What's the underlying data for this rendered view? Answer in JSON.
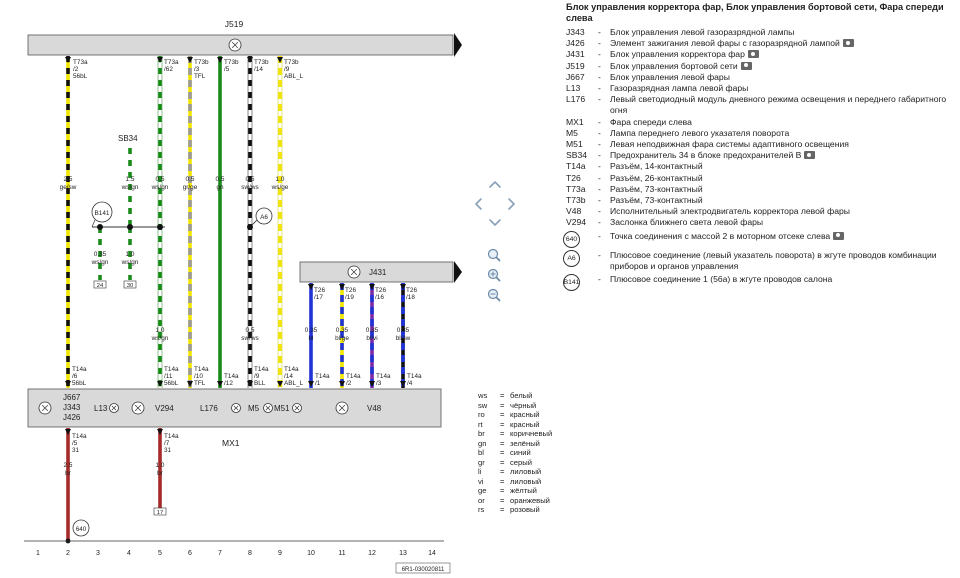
{
  "diagram": {
    "top_unit": "J519",
    "right_unit": "J431",
    "main_unit_labels": [
      "J667",
      "J343",
      "J426",
      "L13",
      "V294",
      "L176",
      "M5",
      "M51",
      "V48"
    ],
    "mx_label": "MX1",
    "fuse_label": "SB34",
    "columns": [
      "1",
      "2",
      "3",
      "4",
      "5",
      "6",
      "7",
      "8",
      "9",
      "10",
      "11",
      "12",
      "13",
      "14"
    ],
    "ref_code": "6R1-030020811",
    "top_wires": [
      {
        "conn": "T73a",
        "pin": "/2",
        "sig": "56bL",
        "size": "2.5",
        "color": "ge/sw"
      },
      {
        "conn": "T73a",
        "pin": "/62",
        "sig": "",
        "size": "0.5",
        "color": "ws/gn"
      },
      {
        "conn": "T73b",
        "pin": "/3",
        "sig": "TFL",
        "size": "0.5",
        "color": "gr/ge"
      },
      {
        "conn": "T73b",
        "pin": "/5",
        "sig": "",
        "size": "0.5",
        "color": "gn"
      },
      {
        "conn": "T73b",
        "pin": "/14",
        "sig": "",
        "size": "0.5",
        "color": "sw/ws"
      },
      {
        "conn": "T73b",
        "pin": "/9",
        "sig": "ABL_L",
        "size": "1.0",
        "color": "ws/ge"
      }
    ],
    "fuse_wire": {
      "size": "1.5",
      "color": "ws/gn"
    },
    "splice_labels": [
      "B141",
      "A6",
      "640"
    ],
    "branch_wires": [
      {
        "size": "0.35",
        "color": "ws/gn",
        "box": "24"
      },
      {
        "size": "1.0",
        "color": "ws/gn",
        "box": "30"
      }
    ],
    "mid_wires": [
      {
        "size": "1.0",
        "color": "ws/gn"
      },
      {
        "size": "0.5",
        "color": "sw/ws"
      }
    ],
    "bottom_conns": [
      {
        "conn": "T14a",
        "pin": "/6",
        "sig": "56bL"
      },
      {
        "conn": "T14a",
        "pin": "/11",
        "sig": "56bL"
      },
      {
        "conn": "T14a",
        "pin": "/10",
        "sig": "TFL"
      },
      {
        "conn": "T14a",
        "pin": "/12",
        "sig": ""
      },
      {
        "conn": "T14a",
        "pin": "/9",
        "sig": "BLL"
      },
      {
        "conn": "T14a",
        "pin": "/14",
        "sig": "ABL_L"
      },
      {
        "conn": "T14a",
        "pin": "/1",
        "sig": ""
      },
      {
        "conn": "T14a",
        "pin": "/2",
        "sig": ""
      },
      {
        "conn": "T14a",
        "pin": "/3",
        "sig": ""
      },
      {
        "conn": "T14a",
        "pin": "/4",
        "sig": ""
      }
    ],
    "j431_wires": [
      {
        "conn": "T26",
        "pin": "/17",
        "size": "0.35",
        "color": "bl"
      },
      {
        "conn": "T26",
        "pin": "/19",
        "size": "0.35",
        "color": "bl/ge"
      },
      {
        "conn": "T26",
        "pin": "/16",
        "size": "0.35",
        "color": "bl/vi"
      },
      {
        "conn": "T26",
        "pin": "/18",
        "size": "0.35",
        "color": "bl/sw"
      }
    ],
    "ground_wires": [
      {
        "conn": "T14a",
        "pin": "/5",
        "sig": "31",
        "size": "2.5",
        "color": "br"
      },
      {
        "conn": "T14a",
        "pin": "/7",
        "sig": "31",
        "size": "1.0",
        "color": "br",
        "box": "17"
      }
    ]
  },
  "legend": {
    "title": "Блок управления корректора фар, Блок управления бортовой сети, Фара спереди слева",
    "items": [
      {
        "code": "J343",
        "desc": "Блок управления левой газоразрядной лампы",
        "cam": false
      },
      {
        "code": "J426",
        "desc": "Элемент зажигания левой фары с газоразрядной лампой",
        "cam": true
      },
      {
        "code": "J431",
        "desc": "Блок управления корректора фар",
        "cam": true
      },
      {
        "code": "J519",
        "desc": "Блок управления бортовой сети",
        "cam": true
      },
      {
        "code": "J667",
        "desc": "Блок управления левой фары",
        "cam": false
      },
      {
        "code": "L13",
        "desc": "Газоразрядная лампа левой фары",
        "cam": false
      },
      {
        "code": "L176",
        "desc": "Левый светодиодный модуль дневного режима освещения и переднего габаритного огня",
        "cam": false
      },
      {
        "code": "MX1",
        "desc": "Фара спереди слева",
        "cam": false
      },
      {
        "code": "M5",
        "desc": "Лампа переднего левого указателя поворота",
        "cam": false
      },
      {
        "code": "M51",
        "desc": "Левая неподвижная фара системы адаптивного освещения",
        "cam": false
      },
      {
        "code": "SB34",
        "desc": "Предохранитель 34 в блоке предохранителей B",
        "cam": true
      },
      {
        "code": "T14a",
        "desc": "Разъём, 14-контактный",
        "cam": false
      },
      {
        "code": "T26",
        "desc": "Разъём, 26-контактный",
        "cam": false
      },
      {
        "code": "T73a",
        "desc": "Разъём, 73-контактный",
        "cam": false
      },
      {
        "code": "T73b",
        "desc": "Разъём, 73-контактный",
        "cam": false
      },
      {
        "code": "V48",
        "desc": "Исполнительный электродвигатель корректора левой фары",
        "cam": false
      },
      {
        "code": "V294",
        "desc": "Заслонка ближнего света левой фары",
        "cam": false
      },
      {
        "code": "640",
        "desc": "Точка соединения с массой 2 в моторном отсеке слева",
        "cam": true,
        "circle": true
      },
      {
        "code": "A6",
        "desc": "Плюсовое соединение (левый указатель поворота) в жгуте проводов комбинации приборов и органов управления",
        "cam": false,
        "circle": true
      },
      {
        "code": "B141",
        "desc": "Плюсовое соединение 1 (56a) в жгуте проводов салона",
        "cam": false,
        "circle": true
      }
    ]
  },
  "wire_colors": [
    {
      "abbr": "ws",
      "name": "белый"
    },
    {
      "abbr": "sw",
      "name": "чёрный"
    },
    {
      "abbr": "ro",
      "name": "красный"
    },
    {
      "abbr": "rt",
      "name": "красный"
    },
    {
      "abbr": "br",
      "name": "коричневый"
    },
    {
      "abbr": "gn",
      "name": "зелёный"
    },
    {
      "abbr": "bl",
      "name": "синий"
    },
    {
      "abbr": "gr",
      "name": "серый"
    },
    {
      "abbr": "li",
      "name": "лиловый"
    },
    {
      "abbr": "vi",
      "name": "лиловый"
    },
    {
      "abbr": "ge",
      "name": "жёлтый"
    },
    {
      "abbr": "or",
      "name": "оранжевый"
    },
    {
      "abbr": "rs",
      "name": "розовый"
    }
  ],
  "colors": {
    "box_fill": "#d9d9d9",
    "yellow": "#f2e600",
    "green": "#1a8a1a",
    "grey": "#9a9a9a",
    "black": "#111111",
    "blue": "#1f33d6",
    "violet": "#7a2aa8",
    "brown": "#a52a2a",
    "white": "#ffffff"
  }
}
